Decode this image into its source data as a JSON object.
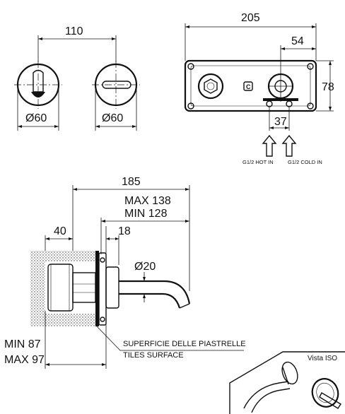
{
  "front_view": {
    "dim_spacing": "110",
    "dim_diameter_left": "Ø60",
    "dim_diameter_right": "Ø60"
  },
  "rear_box": {
    "dim_width": "205",
    "dim_offset": "54",
    "dim_height": "78",
    "dim_inlet_spacing": "37",
    "hot_in_label": "G1/2 HOT IN",
    "cold_in_label": "G1/2 COLD IN"
  },
  "side_view": {
    "dim_length": "185",
    "dim_max": "MAX 138",
    "dim_min": "MIN 128",
    "dim_40": "40",
    "dim_18": "18",
    "dim_diameter": "Ø20",
    "dim_embed_min": "MIN 87",
    "dim_embed_max": "MAX 97",
    "tiles_label_it": "SUPERFICIE DELLE PIASTRELLE",
    "tiles_label_en": "TILES SURFACE"
  },
  "iso_view": {
    "label": "Vista ISO"
  }
}
